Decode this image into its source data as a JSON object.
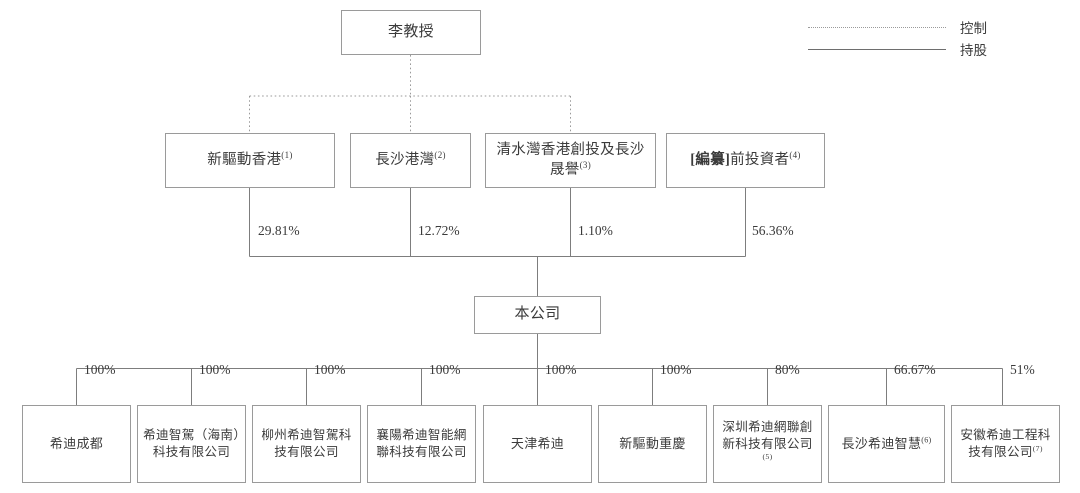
{
  "diagram": {
    "title_node": {
      "label": "李教授"
    },
    "company_node": {
      "label": "本公司"
    },
    "legend": {
      "control": {
        "label": "控制",
        "style": "dotted"
      },
      "shareholding": {
        "label": "持股",
        "style": "solid"
      }
    },
    "shareholders": [
      {
        "name": "新驅動香港",
        "note": "(1)",
        "percent": "29.81%"
      },
      {
        "name": "長沙港灣",
        "note": "(2)",
        "percent": "12.72%"
      },
      {
        "name": "清水灣香港創投及長沙晟譽",
        "note": "(3)",
        "percent": "1.10%"
      },
      {
        "name": "[編纂]前投資者",
        "note": "(4)",
        "percent": "56.36%",
        "bracket_bold": "[編纂]",
        "rest": "前投資者"
      }
    ],
    "subsidiaries": [
      {
        "name": "希迪成都",
        "note": "",
        "percent": "100%"
      },
      {
        "name": "希迪智駕（海南）科技有限公司",
        "note": "",
        "percent": "100%"
      },
      {
        "name": "柳州希迪智駕科技有限公司",
        "note": "",
        "percent": "100%"
      },
      {
        "name": "襄陽希迪智能網聯科技有限公司",
        "note": "",
        "percent": "100%"
      },
      {
        "name": "天津希迪",
        "note": "",
        "percent": "100%"
      },
      {
        "name": "新驅動重慶",
        "note": "",
        "percent": "100%"
      },
      {
        "name": "深圳希迪網聯創新科技有限公司",
        "note": "(5)",
        "percent": "80%"
      },
      {
        "name": "長沙希迪智慧",
        "note": "(6)",
        "percent": "66.67%"
      },
      {
        "name": "安徽希迪工程科技有限公司",
        "note": "(7)",
        "percent": "51%"
      }
    ],
    "colors": {
      "box_border": "#9a9a9a",
      "solid_line": "#6e6e6e",
      "dotted_line": "#9a9a9a",
      "text": "#3b3b3b",
      "background": "#ffffff"
    }
  }
}
